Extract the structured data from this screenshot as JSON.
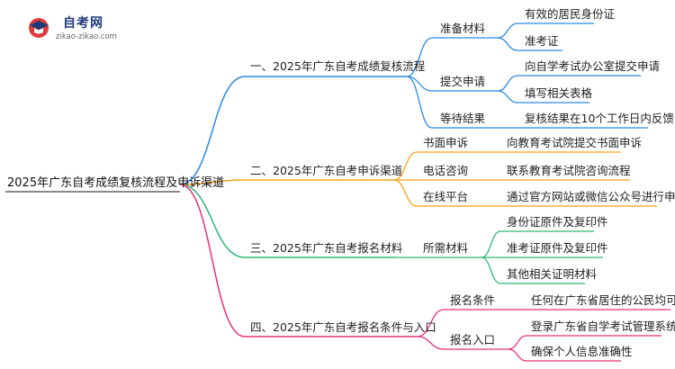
{
  "logo": {
    "name": "自考网",
    "url": "zikao-zikao.com"
  },
  "colors": {
    "blue": "#2b8ae6",
    "orange": "#f4a31a",
    "green": "#2eb872",
    "pink": "#e8307a"
  },
  "mindmap": {
    "root": "2025年广东自考成绩复核流程及申诉渠道",
    "branches": [
      {
        "label": "一、2025年广东自考成绩复核流程",
        "color": "blue",
        "children": [
          {
            "label": "准备材料",
            "children": [
              "有效的居民身份证",
              "准考证"
            ]
          },
          {
            "label": "提交申请",
            "children": [
              "向自学考试办公室提交申请",
              "填写相关表格"
            ]
          },
          {
            "label": "等待结果",
            "children": [
              "复核结果在10个工作日内反馈"
            ]
          }
        ]
      },
      {
        "label": "二、2025年广东自考申诉渠道",
        "color": "orange",
        "children": [
          {
            "label": "书面申诉",
            "children": [
              "向教育考试院提交书面申诉"
            ]
          },
          {
            "label": "电话咨询",
            "children": [
              "联系教育考试院咨询流程"
            ]
          },
          {
            "label": "在线平台",
            "children": [
              "通过官方网站或微信公众号进行申诉"
            ]
          }
        ]
      },
      {
        "label": "三、2025年广东自考报名材料",
        "color": "green",
        "children": [
          {
            "label": "所需材料",
            "children": [
              "身份证原件及复印件",
              "准考证原件及复印件",
              "其他相关证明材料"
            ]
          }
        ]
      },
      {
        "label": "四、2025年广东自考报名条件与入口",
        "color": "pink",
        "children": [
          {
            "label": "报名条件",
            "children": [
              "任何在广东省居住的公民均可报名"
            ]
          },
          {
            "label": "报名入口",
            "children": [
              "登录广东省自学考试管理系统",
              "确保个人信息准确性"
            ]
          }
        ]
      }
    ]
  }
}
